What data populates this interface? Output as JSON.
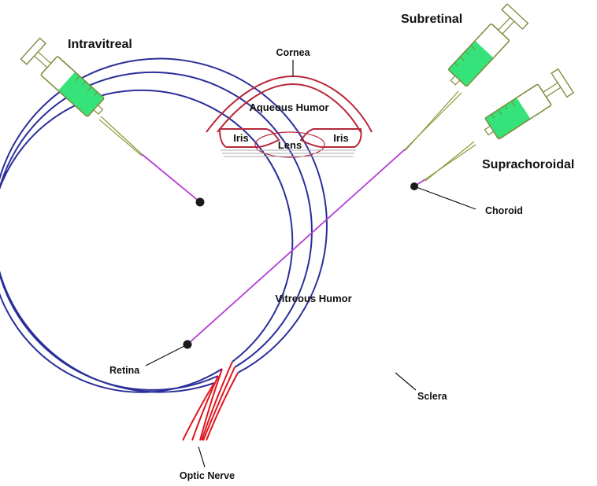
{
  "labels": {
    "intravitreal": "Intravitreal",
    "subretinal": "Subretinal",
    "suprachoroidal": "Suprachoroidal",
    "cornea": "Cornea",
    "aqueous_humor": "Aqueous Humor",
    "iris_left": "Iris",
    "iris_right": "Iris",
    "lens": "Lens",
    "choroid": "Choroid",
    "vitreous_humor": "Vitreous Humor",
    "retina": "Retina",
    "sclera": "Sclera",
    "optic_nerve": "Optic Nerve"
  },
  "colors": {
    "eye_layers": "#2b2f9a",
    "anterior": "#b8283a",
    "optic_nerve": "#e0141e",
    "injection_path": "#b53fd6",
    "needle": "#8a9a3a",
    "syringe_outline": "#7f8a3a",
    "syringe_fill": "#36e27a",
    "marker": "#1a1a1a"
  },
  "icons": {
    "syringe": "syringe-icon"
  }
}
